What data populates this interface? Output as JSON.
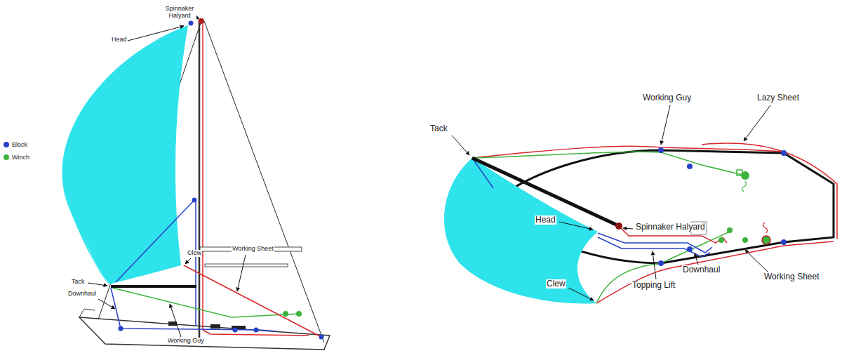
{
  "diagram": {
    "labels": [
      "Spinnaker Halyard",
      "Head",
      "Clew",
      "Working Sheet",
      "Tack",
      "Downhaul",
      "Working Guy",
      "Working Guy",
      "Lazy Sheet",
      "Tack",
      "Head",
      "Spinnaker Halyard",
      "Clew",
      "Topping Lift",
      "Downhaul",
      "Working Sheet"
    ],
    "legend": [
      {
        "text": "Block",
        "color": "#2741c9"
      },
      {
        "text": "Winch",
        "color": "#3cb43c"
      }
    ]
  }
}
